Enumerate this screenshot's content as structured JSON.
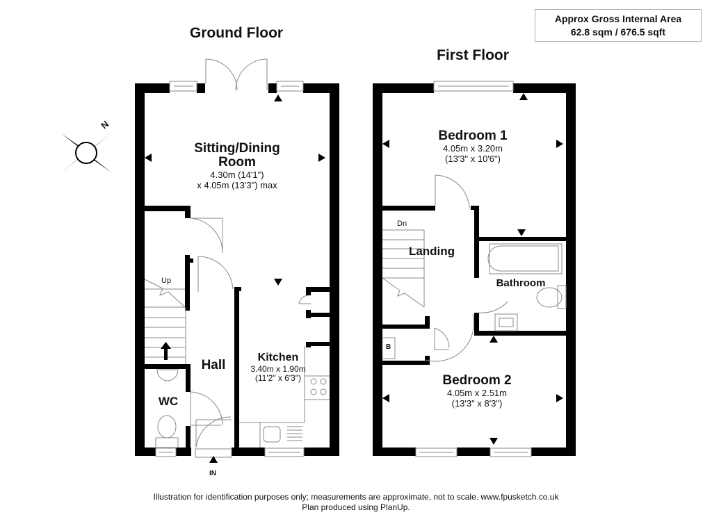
{
  "area_box": {
    "line1": "Approx Gross Internal Area",
    "line2": "62.8 sqm / 676.5 sqft"
  },
  "ground_floor": {
    "title": "Ground Floor",
    "rooms": {
      "sitting": {
        "name_line1": "Sitting/Dining",
        "name_line2": "Room",
        "dim1": "4.30m (14'1\")",
        "dim2": "x 4.05m (13'3\") max"
      },
      "kitchen": {
        "name": "Kitchen",
        "dim1": "3.40m x 1.90m",
        "dim2": "(11'2\" x 6'3\")"
      },
      "hall": {
        "name": "Hall"
      },
      "wc": {
        "name": "WC"
      }
    },
    "stairs_label": "Up",
    "entrance_label": "IN"
  },
  "first_floor": {
    "title": "First Floor",
    "rooms": {
      "bedroom1": {
        "name": "Bedroom 1",
        "dim1": "4.05m x 3.20m",
        "dim2": "(13'3\" x 10'6\")"
      },
      "landing": {
        "name": "Landing"
      },
      "bathroom": {
        "name": "Bathroom"
      },
      "bedroom2": {
        "name": "Bedroom 2",
        "dim1": "4.05m x 2.51m",
        "dim2": "(13'3\" x 8'3\")"
      }
    },
    "stairs_label": "Dn",
    "boiler_label": "B"
  },
  "compass": {
    "north_label": "N"
  },
  "footer": {
    "line1": "Illustration for identification purposes only; measurements are approximate, not to scale. www.fpusketch.co.uk",
    "line2": "Plan produced using PlanUp."
  },
  "colors": {
    "wall": "#000000",
    "fixture_line": "#888888",
    "box_border": "#aaaaaa"
  }
}
